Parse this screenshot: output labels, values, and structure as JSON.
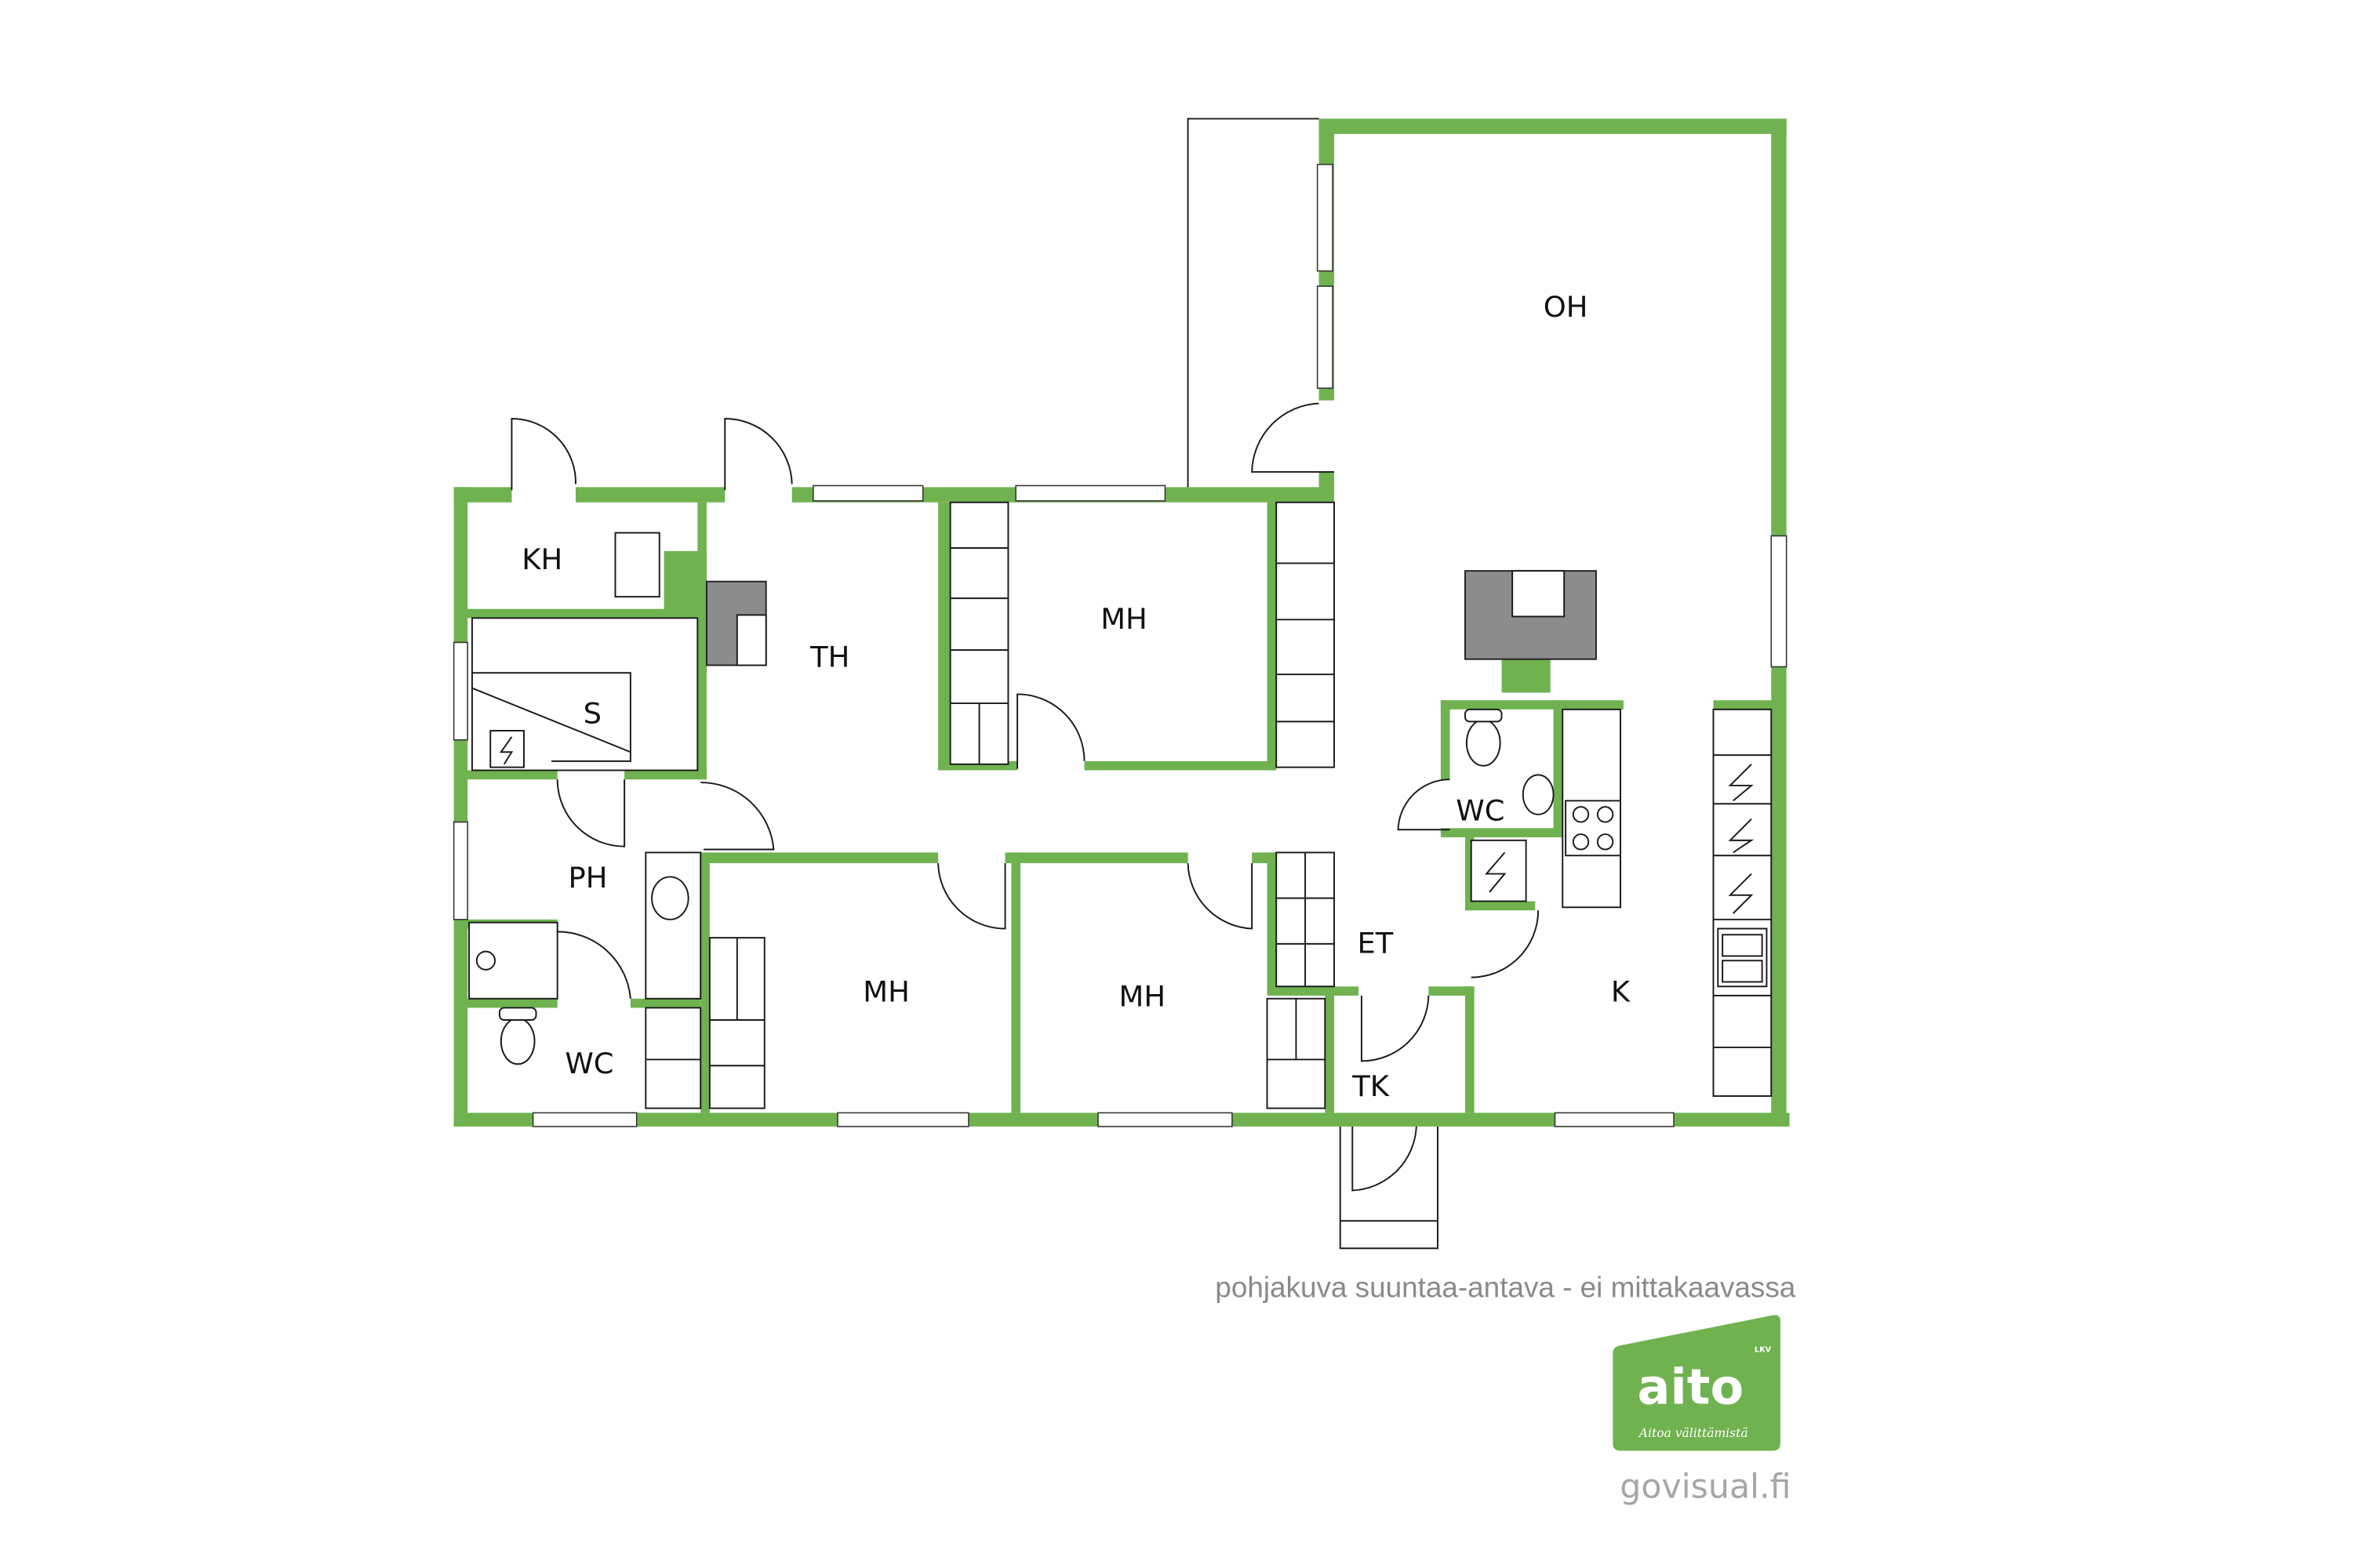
{
  "floorplan": {
    "rooms": {
      "oh": "OH",
      "kh": "KH",
      "th": "TH",
      "mh1": "MH",
      "s": "S",
      "ph": "PH",
      "mh2": "MH",
      "mh3": "MH",
      "et": "ET",
      "wc1": "WC",
      "wc2": "WC",
      "k": "K",
      "tk": "TK"
    },
    "note": "pohjakuva suuntaa-antava - ei mittakaavassa",
    "wall_color": "#6fb24f"
  },
  "logo": {
    "name": "aito",
    "badge": "LKV",
    "tagline": "Aitoa välittämistä",
    "color": "#6fb24f"
  },
  "credit": "govisual.fi"
}
